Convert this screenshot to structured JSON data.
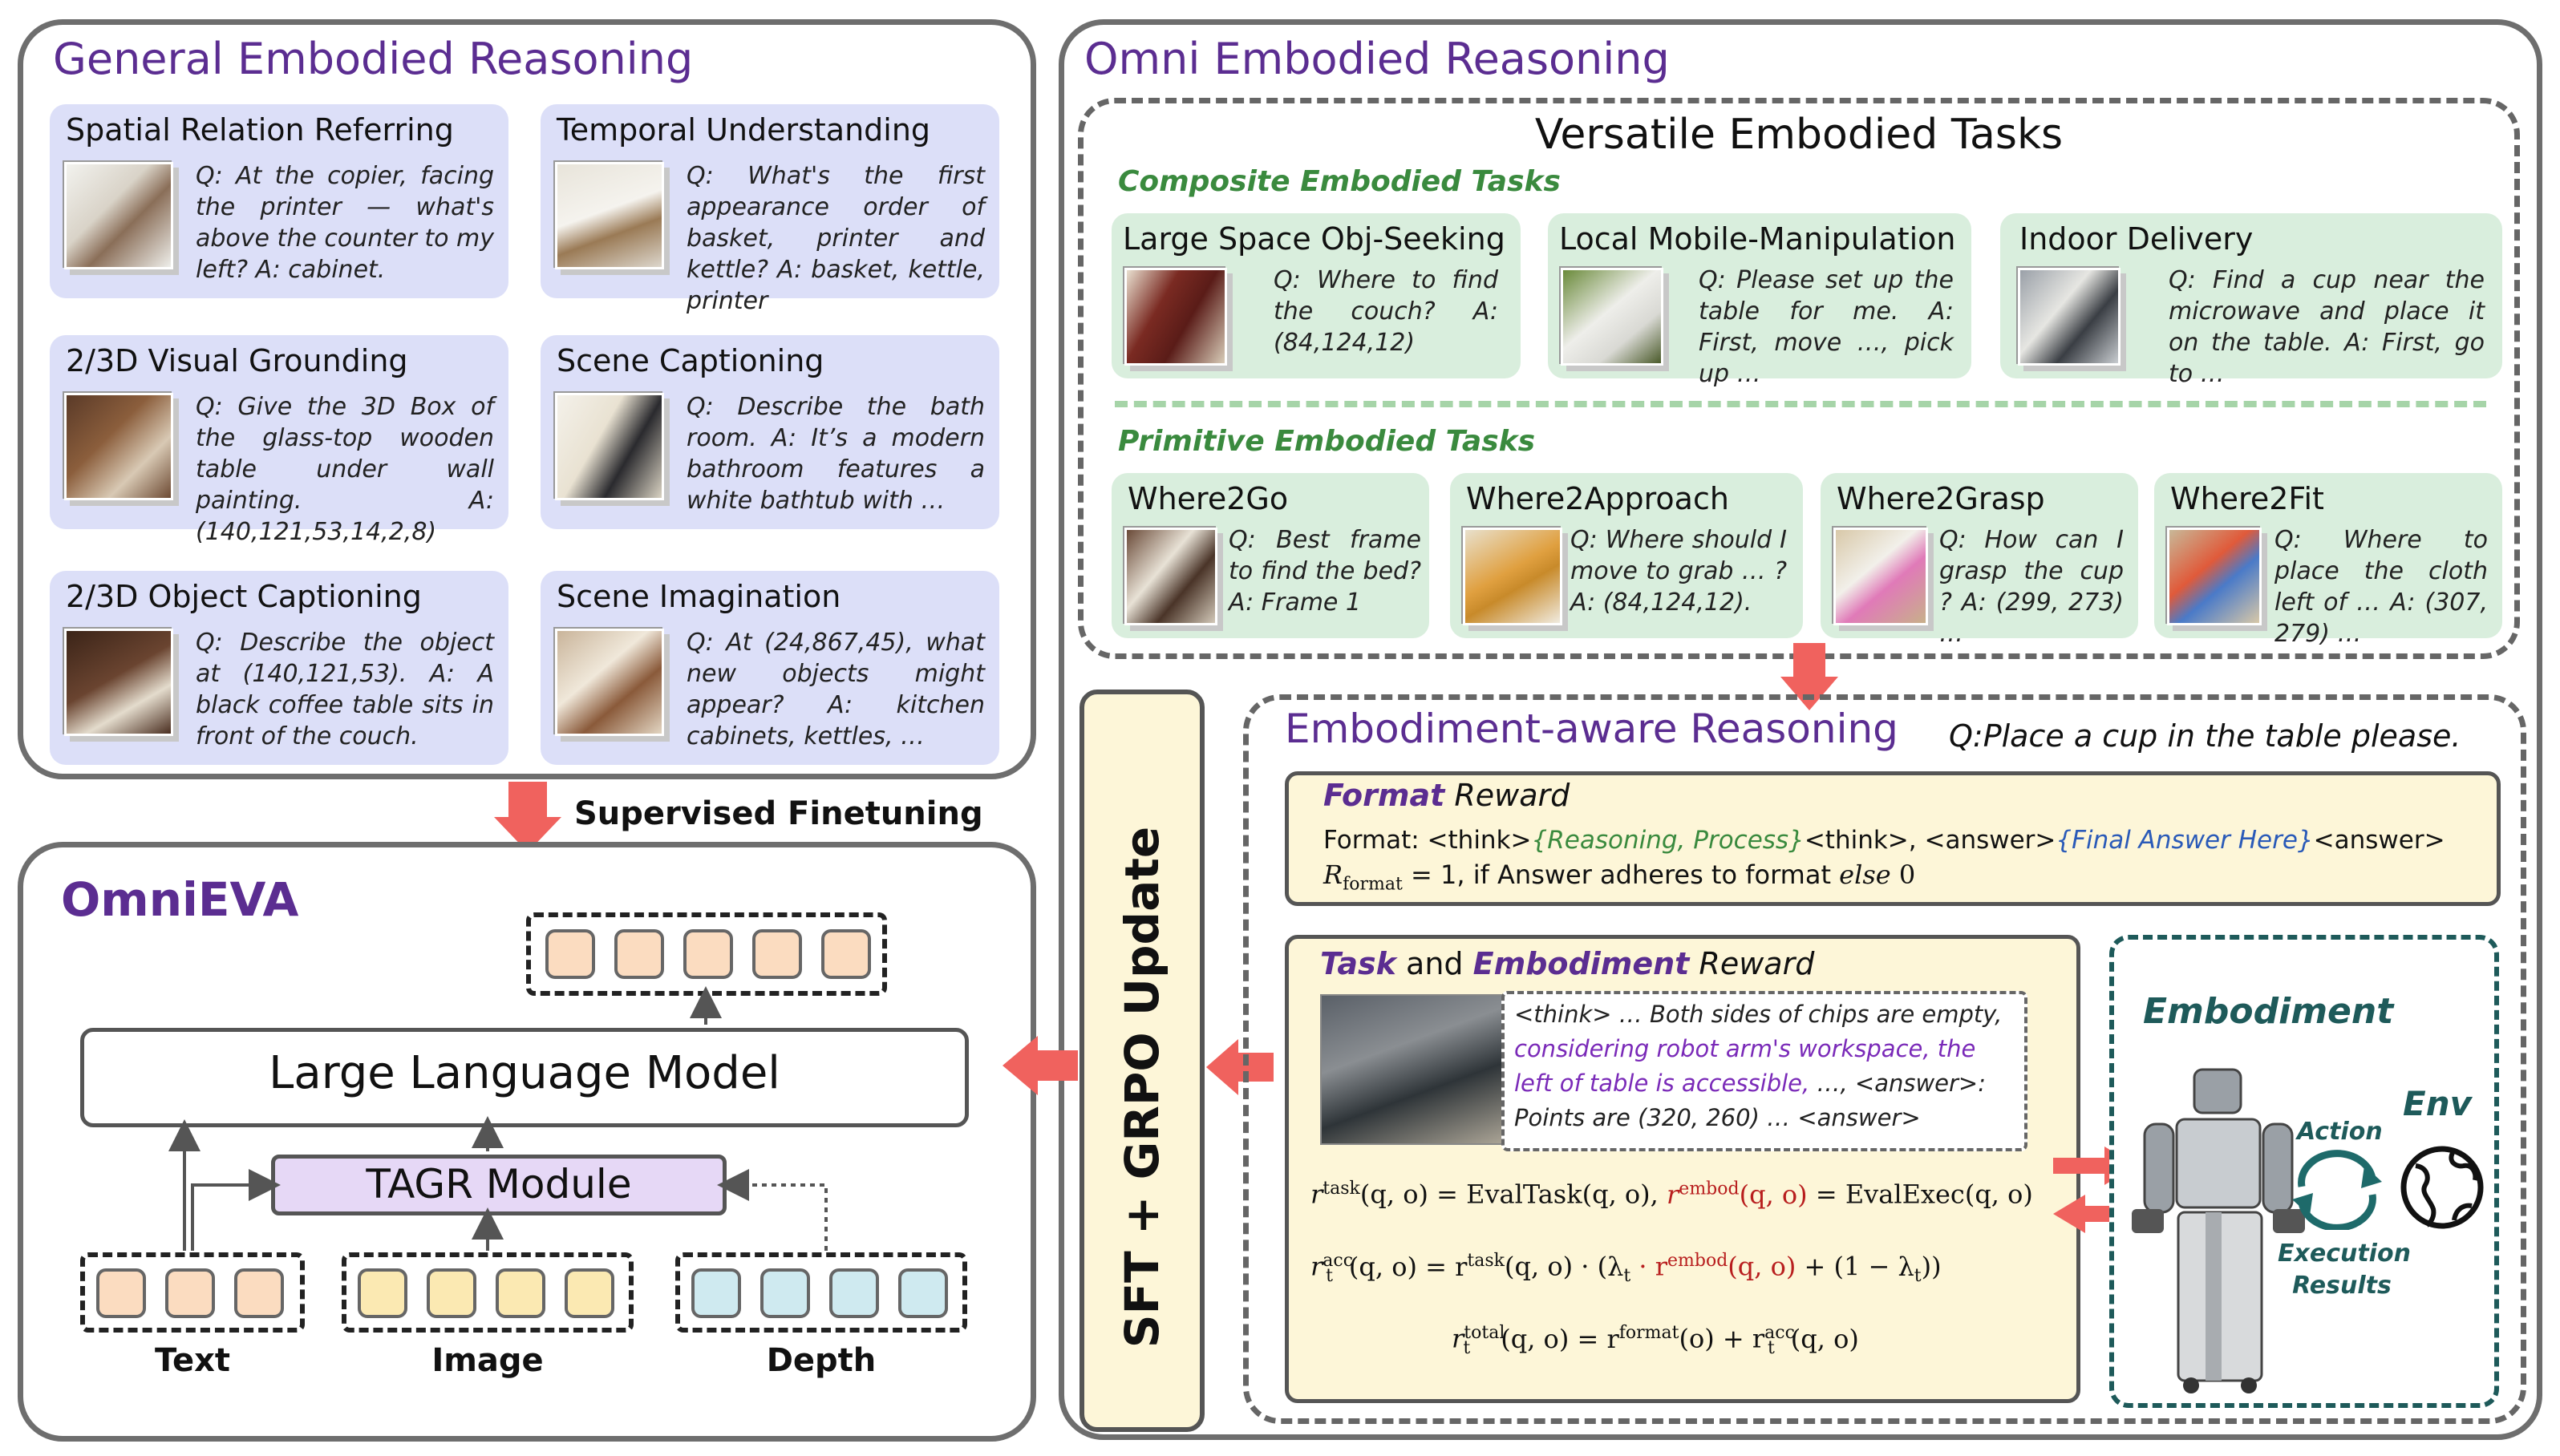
{
  "general": {
    "title": "General Embodied Reasoning",
    "cards": [
      {
        "title": "Spatial Relation Referring",
        "text": "Q: At the copier, facing the printer — what's above the counter to my left? A: cabinet."
      },
      {
        "title": "Temporal Understanding",
        "text": "Q: What's the first appearance order of basket, printer and kettle? A: basket, kettle, printer"
      },
      {
        "title": "2/3D Visual Grounding",
        "text": "Q: Give the 3D Box of the glass-top wooden table under wall painting. A: (140,121,53,14,2,8)"
      },
      {
        "title": "Scene Captioning",
        "text": "Q: Describe the bath room. A: It’s a modern bathroom features a white bathtub with …"
      },
      {
        "title": "2/3D Object Captioning",
        "text": "Q: Describe the object at (140,121,53). A: A black coffee table sits in front of the couch."
      },
      {
        "title": "Scene Imagination",
        "text": "Q: At (24,867,45), what new objects might appear? A: kitchen cabinets, kettles, …"
      }
    ]
  },
  "sft_label": "Supervised Finetuning",
  "omnieva": {
    "title": "OmniEVA",
    "llm": "Large Language Model",
    "tagr": "TAGR Module",
    "inputs": [
      "Text",
      "Image",
      "Depth"
    ]
  },
  "omni": {
    "title": "Omni Embodied Reasoning",
    "versatile_title": "Versatile Embodied Tasks",
    "composite_label": "Composite Embodied Tasks",
    "primitive_label": "Primitive Embodied Tasks",
    "composite": [
      {
        "title": "Large Space Obj-Seeking",
        "text": "Q: Where to find the couch? A: (84,124,12)"
      },
      {
        "title": "Local Mobile-Manipulation",
        "text": "Q: Please set up the table for me. A: First, move …, pick up …"
      },
      {
        "title": "Indoor Delivery",
        "text": "Q: Find a cup near the microwave and place it on the table. A: First, go to …"
      }
    ],
    "primitive": [
      {
        "title": "Where2Go",
        "text": "Q: Best frame to find the bed? A: Frame 1"
      },
      {
        "title": "Where2Approach",
        "text": "Q: Where should I move to grab … ? A: (84,124,12)."
      },
      {
        "title": "Where2Grasp",
        "text": "Q: How can I grasp the cup ? A: (299, 273) …"
      },
      {
        "title": "Where2Fit",
        "text": "Q: Where to place the cloth left of … A: (307, 279) …"
      }
    ]
  },
  "update_label": "SFT + GRPO Update",
  "ear": {
    "title": "Embodiment-aware Reasoning",
    "question": "Q:Place a cup in the table please.",
    "format_word": "Format",
    "reward_word": "Reward",
    "format_prefix": "Format: <think>",
    "format_reason": "{Reasoning, Process}",
    "format_mid": "<think>,  <answer>",
    "format_answer": "{Final Answer Here}",
    "format_end": "<answer>",
    "rformat_text": "= 1, if Answer adheres to format",
    "else_text": "else",
    "zero": "0",
    "task_word": "Task",
    "and_word": "and",
    "embodiment_word": "Embodiment",
    "think1": "<think> … Both sides of chips are empty,",
    "think2": "considering robot arm's workspace, the left  of table is accessible,",
    "think3": " …, <answer>:",
    "think4": "Points are (320, 260) … <answer>",
    "eq1a": "(q, o) = EvalTask(q, o),",
    "eq1b": "(q, o)",
    "eq1c": "= EvalExec(q, o)",
    "eq2a": "(q, o) = r",
    "eq2b": "(q, o) · (λ",
    "eq2c": " · r",
    "eq2d": "(q, o)",
    "eq2e": "+ (1 − λ",
    "eq2f": "))",
    "eq3a": "(q, o) = r",
    "eq3b": "(o) + r",
    "eq3c": "(q, o)",
    "sup_task": "task",
    "sup_embod": "embod",
    "sup_acc": "acc",
    "sup_total": "total",
    "sup_format": "format",
    "sub_t": "t",
    "sub_format": "format",
    "r": "r",
    "R": "R"
  },
  "embodiment": {
    "title": "Embodiment",
    "env": "Env",
    "action": "Action",
    "exec": "Execution Results"
  }
}
